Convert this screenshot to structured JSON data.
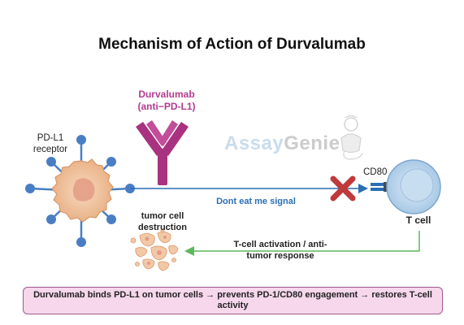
{
  "title": "Mechanism of Action of Durvalumab",
  "drug": {
    "line1": "Durvalumab",
    "line2": "(anti−PD-L1)"
  },
  "pdl1_receptor": {
    "line1": "PD-L1",
    "line2": "receptor"
  },
  "cd80_label": "CD80",
  "signal_label": "Dont eat me signal",
  "tcell_label": "T cell",
  "destruction": {
    "line1": "tumor cell",
    "line2": "destruction"
  },
  "activation": {
    "line1": "T-cell activation / anti-",
    "line2": "tumor response"
  },
  "summary": "Durvalumab binds PD-L1 on tumor cells → prevents PD-1/CD80 engagement → restores T-cell activity",
  "logo": {
    "part1": "Assay",
    "part2": "Genie"
  },
  "colors": {
    "antibody": "#a8327f",
    "drug_text": "#b23c8e",
    "signal_line": "#2a6fb5",
    "response_arrow": "#5cb85c",
    "block_x": "#c0393b",
    "tumor_cell": "#f2c9a7",
    "receptor_knob": "#4a7ec4",
    "tcell": "#b8d3ec",
    "summary_bg": "#f6d7ec"
  }
}
